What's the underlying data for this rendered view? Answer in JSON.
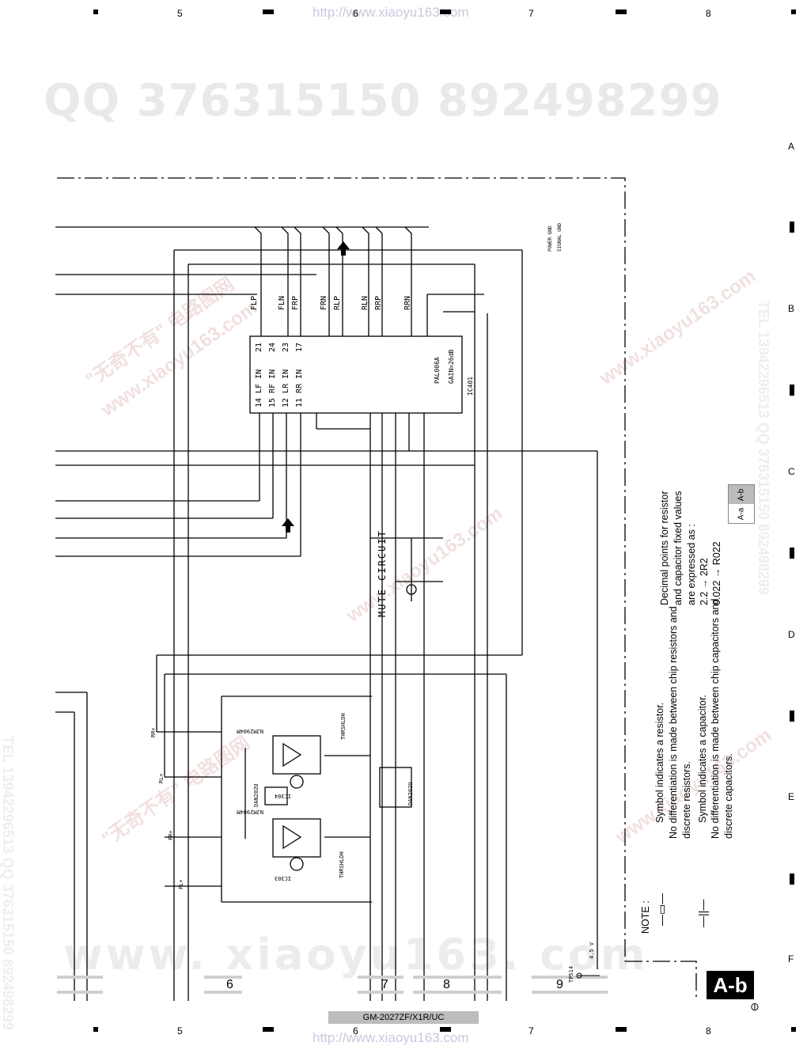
{
  "header": {
    "url": "http://www.xiaoyu163.com",
    "columns": [
      "5",
      "6",
      "7",
      "8"
    ]
  },
  "rows": [
    "A",
    "B",
    "C",
    "D",
    "E",
    "F"
  ],
  "watermarks": {
    "qq": "QQ 376315150    892498299",
    "bottom": "www. xiaoyu163. com",
    "diag1": "www.xiaoyu163.com",
    "diag2": "\"无奇不有\" 电路图网",
    "tel": "TEL 13942296513  QQ 376315150  892498299"
  },
  "schematic": {
    "signals": [
      "FLP",
      "FLN",
      "FRP",
      "FRN",
      "RLP",
      "RLN",
      "RRP",
      "RRN"
    ],
    "ic401": {
      "ref": "IC401",
      "part": "PAL006A",
      "gain": "GAIN=26dB",
      "pins_left": [
        "14 LF IN",
        "15 RF IN",
        "12 LR IN",
        "11 RR IN"
      ],
      "pins_right": [
        "21",
        "24",
        "23",
        "17"
      ]
    },
    "mute_label": "MUTE CIRCUIT",
    "ground_labels": [
      "POWER GND",
      "SIGNAL GND"
    ],
    "voltage": "4.5 V",
    "tp": "TP514",
    "inputs": [
      "RR+",
      "RL+",
      "FR+",
      "FL+"
    ],
    "opamps": [
      "NJM2904M",
      "NJM2904M"
    ],
    "ic_refs": [
      "IC304",
      "IC303"
    ],
    "diodes": [
      "DAN202U",
      "DAN202U"
    ],
    "thresh": "THRSHLDH",
    "bottom_grid": [
      "6",
      "7",
      "8",
      "9"
    ]
  },
  "note": {
    "title": "NOTE :",
    "resistor_lines": [
      "Symbol indicates a resistor.",
      "No differentiation is made  between chip resistors and",
      "discrete resistors."
    ],
    "capacitor_lines": [
      "Symbol indicates a capacitor.",
      "No differentiation is made  between chip capacitors and",
      "discrete capacitors."
    ],
    "decimal_lines": [
      "Decimal points for resistor",
      "and capacitor fixed values",
      "are expressed as :",
      "2.2 → 2R2",
      "0.022 → R022"
    ]
  },
  "nav": {
    "top": "A-b",
    "bottom": "A-a"
  },
  "badge": "A-b",
  "footer": "GM-2027ZF/X1R/UC",
  "corner_mark": "⊖"
}
